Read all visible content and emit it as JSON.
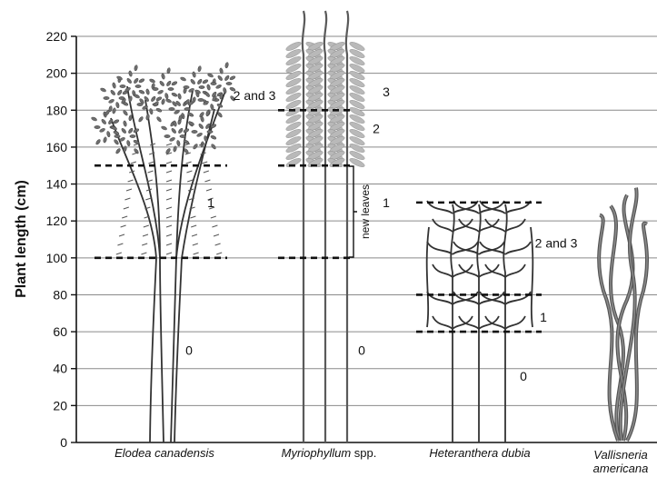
{
  "axis": {
    "ylabel": "Plant length (cm)",
    "ymin": 0,
    "ymax": 220,
    "ticks": [
      0,
      20,
      40,
      60,
      80,
      100,
      120,
      140,
      160,
      180,
      200,
      220
    ]
  },
  "species": [
    {
      "name": "Elodea canadensis",
      "length_cm": 200,
      "zones": [
        {
          "label": "0",
          "level_cm": 50
        },
        {
          "label": "1",
          "level_cm": 130
        },
        {
          "label": "2 and 3",
          "level_cm": 188
        }
      ],
      "boundaries_cm": [
        100,
        150
      ]
    },
    {
      "name_italic": "Myriophyllum",
      "name_suffix": " spp.",
      "length_cm": 210,
      "zones": [
        {
          "label": "0",
          "level_cm": 50
        },
        {
          "label": "1",
          "level_cm": 130
        },
        {
          "label": "2",
          "level_cm": 170
        },
        {
          "label": "3",
          "level_cm": 190
        }
      ],
      "boundaries_cm": [
        100,
        150,
        180
      ],
      "annotation": "new leaves"
    },
    {
      "name": "Heteranthera dubia",
      "length_cm": 125,
      "zones": [
        {
          "label": "0",
          "level_cm": 36
        },
        {
          "label": "1",
          "level_cm": 68
        },
        {
          "label": "2 and 3",
          "level_cm": 108
        }
      ],
      "boundaries_cm": [
        60,
        80,
        130
      ]
    },
    {
      "name_line1": "Vallisneria",
      "name_line2": "americana",
      "length_cm": 138
    }
  ]
}
